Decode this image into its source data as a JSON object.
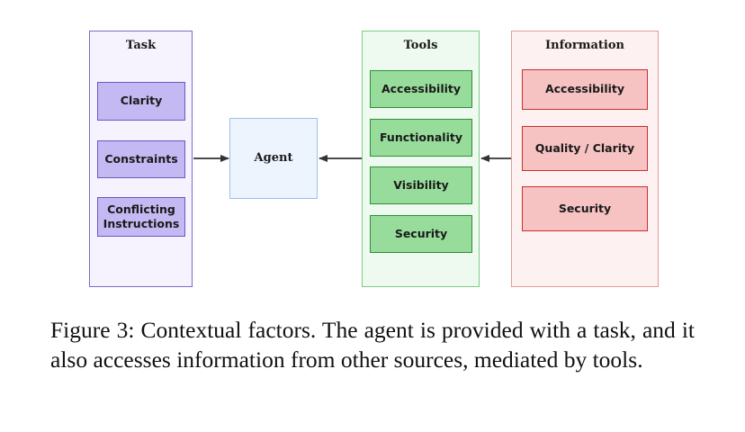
{
  "diagram": {
    "task": {
      "title": "Task",
      "items": [
        "Clarity",
        "Constraints",
        "Conflicting Instructions"
      ]
    },
    "agent": {
      "label": "Agent"
    },
    "tools": {
      "title": "Tools",
      "items": [
        "Accessibility",
        "Functionality",
        "Visibility",
        "Security"
      ]
    },
    "information": {
      "title": "Information",
      "items": [
        "Accessibility",
        "Quality / Clarity",
        "Security"
      ]
    },
    "colors": {
      "task_fill": "#c4b9f2",
      "task_border": "#6a58c4",
      "agent_fill": "#edf4fd",
      "agent_border": "#9cc0ee",
      "tools_fill": "#98dc9b",
      "tools_border": "#2f8f3a",
      "info_fill": "#f6c2c2",
      "info_border": "#c9302f"
    }
  },
  "caption": "Figure 3: Contextual factors. The agent is provided with a task, and it also accesses information from other sources, mediated by tools."
}
